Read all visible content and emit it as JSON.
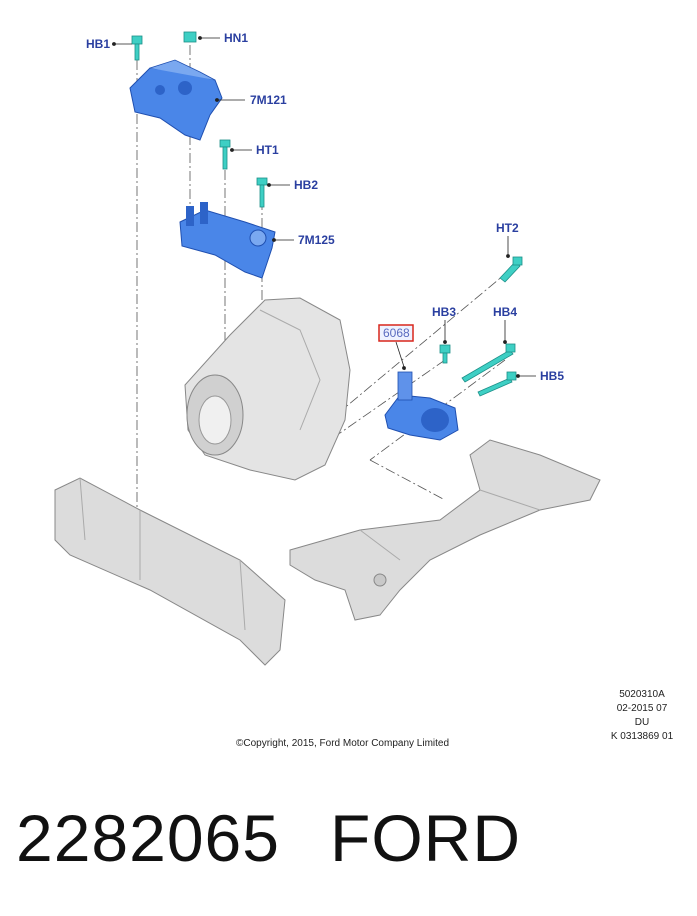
{
  "callouts": {
    "hb1": "HB1",
    "hn1": "HN1",
    "m7m121": "7M121",
    "ht1": "HT1",
    "hb2": "HB2",
    "m7m125": "7M125",
    "ht2": "HT2",
    "hb3": "HB3",
    "hb4": "HB4",
    "p6068": "6068",
    "hb5": "HB5"
  },
  "meta": {
    "code": "5020310A",
    "date": "02-2015 07",
    "lang": "DU",
    "ref": "K 0313869 01"
  },
  "copyright": "©Copyright, 2015, Ford Motor Company Limited",
  "part_number": "2282065",
  "brand": "FORD",
  "colors": {
    "callout_text": "#2a3fa0",
    "mount_blue": "#4a86e8",
    "bolt_teal": "#3ecfc4",
    "highlight_box": "#d9261c",
    "metal_gray": "#d8d8d8"
  }
}
